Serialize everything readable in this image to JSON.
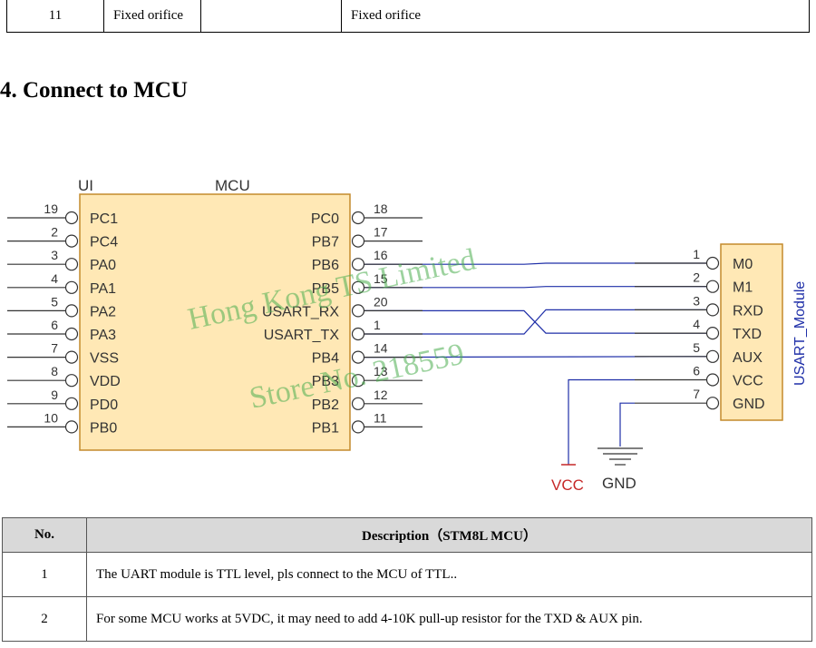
{
  "top_row": {
    "no": "11",
    "name": "Fixed orifice",
    "blank": "",
    "desc": "Fixed orifice"
  },
  "section_title": "4. Connect to MCU",
  "diagram": {
    "ui_label": "UI",
    "mcu_label": "MCU",
    "module_label": "USART_Module",
    "vcc_label": "VCC",
    "gnd_label": "GND",
    "watermark_lines": [
      "Hong Kong TS Limited",
      "Store No. 218559"
    ],
    "mcu_left_pins": [
      {
        "num": "19",
        "name": "PC1"
      },
      {
        "num": "2",
        "name": "PC4"
      },
      {
        "num": "3",
        "name": "PA0"
      },
      {
        "num": "4",
        "name": "PA1"
      },
      {
        "num": "5",
        "name": "PA2"
      },
      {
        "num": "6",
        "name": "PA3"
      },
      {
        "num": "7",
        "name": "VSS"
      },
      {
        "num": "8",
        "name": "VDD"
      },
      {
        "num": "9",
        "name": "PD0"
      },
      {
        "num": "10",
        "name": "PB0"
      }
    ],
    "mcu_right_pins": [
      {
        "num": "18",
        "name": "PC0"
      },
      {
        "num": "17",
        "name": "PB7"
      },
      {
        "num": "16",
        "name": "PB6"
      },
      {
        "num": "15",
        "name": "PB5"
      },
      {
        "num": "20",
        "name": "USART_RX"
      },
      {
        "num": "1",
        "name": "USART_TX"
      },
      {
        "num": "14",
        "name": "PB4"
      },
      {
        "num": "13",
        "name": "PB3"
      },
      {
        "num": "12",
        "name": "PB2"
      },
      {
        "num": "11",
        "name": "PB1"
      }
    ],
    "module_pins": [
      {
        "num": "1",
        "name": "M0"
      },
      {
        "num": "2",
        "name": "M1"
      },
      {
        "num": "3",
        "name": "RXD"
      },
      {
        "num": "4",
        "name": "TXD"
      },
      {
        "num": "5",
        "name": "AUX"
      },
      {
        "num": "6",
        "name": "VCC"
      },
      {
        "num": "7",
        "name": "GND"
      }
    ],
    "connections": [
      {
        "mcu_pin": "PB6",
        "module_pin": "M0"
      },
      {
        "mcu_pin": "PB5",
        "module_pin": "M1"
      },
      {
        "mcu_pin": "USART_RX",
        "module_pin": "TXD"
      },
      {
        "mcu_pin": "USART_TX",
        "module_pin": "RXD"
      },
      {
        "mcu_pin": "PB4",
        "module_pin": "AUX"
      }
    ],
    "colors": {
      "box_fill": "#ffe8b5",
      "box_border": "#c48a2c",
      "wire": "#1f2fa8",
      "vcc_text": "#c62828",
      "watermark": "#4caf50",
      "module_label": "#1f2fa8"
    }
  },
  "desc_table": {
    "header_no": "No.",
    "header_desc": "Description（STM8L  MCU）",
    "rows": [
      {
        "no": "1",
        "text": "The UART module is TTL level,      pls connect to the MCU of TTL.."
      },
      {
        "no": "2",
        "text": "For some MCU works at 5VDC, it may need to add 4-10K pull-up resistor for the TXD & AUX pin."
      }
    ]
  }
}
